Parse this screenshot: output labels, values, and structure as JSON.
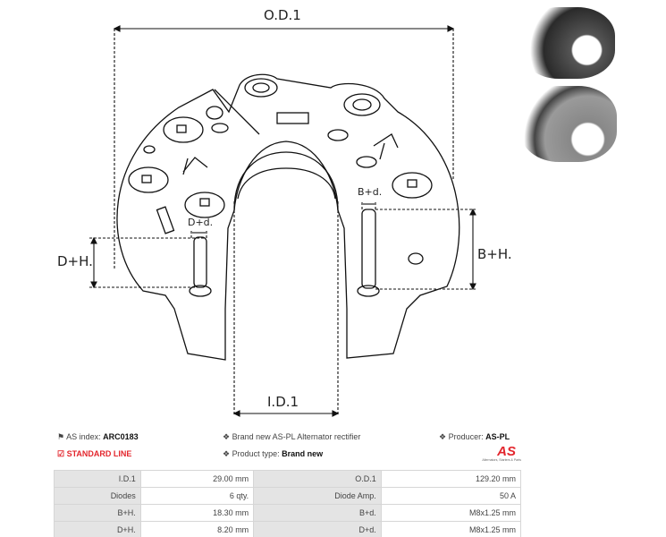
{
  "drawing": {
    "od_label": "O.D.1",
    "id_label": "I.D.1",
    "dh_label": "D+H.",
    "bh_label": "B+H.",
    "dd_label": "D+d.",
    "bd_label": "B+d."
  },
  "info": {
    "as_index_label": "AS index:",
    "as_index_value": "ARC0183",
    "line_label": "STANDARD LINE",
    "description": "Brand new AS-PL Alternator rectifier",
    "product_type_label": "Product type:",
    "product_type_value": "Brand new",
    "producer_label": "Producer:",
    "producer_value": "AS-PL",
    "logo_text": "AS",
    "logo_tagline": "Alternators, Starters & Parts"
  },
  "specs": [
    {
      "l1": "I.D.1",
      "v1": "29.00 mm",
      "l2": "O.D.1",
      "v2": "129.20 mm"
    },
    {
      "l1": "Diodes",
      "v1": "6 qty.",
      "l2": "Diode Amp.",
      "v2": "50 A"
    },
    {
      "l1": "B+H.",
      "v1": "18.30 mm",
      "l2": "B+d.",
      "v2": "M8x1.25 mm"
    },
    {
      "l1": "D+H.",
      "v1": "8.20 mm",
      "l2": "D+d.",
      "v2": "M8x1.25 mm"
    }
  ],
  "colors": {
    "accent": "#e3262d",
    "label_bg": "#e4e4e4"
  }
}
